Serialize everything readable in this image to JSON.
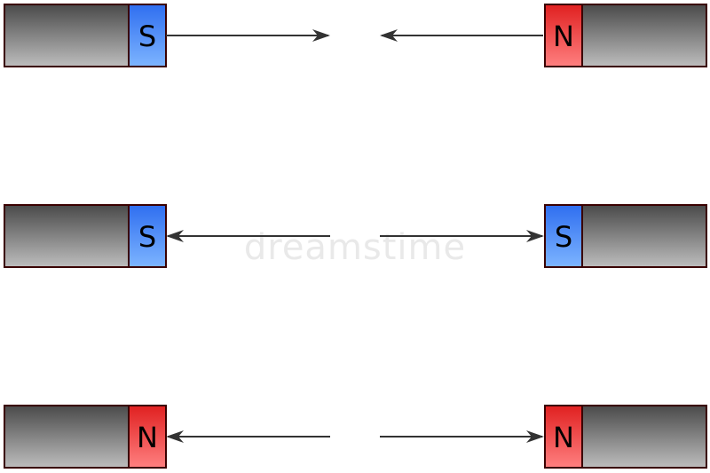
{
  "watermark": "dreamstime",
  "colors": {
    "south_pole_top": "#2f6ef0",
    "south_pole_bottom": "#7db4ff",
    "north_pole_top": "#e02020",
    "north_pole_bottom": "#ff8080",
    "magnet_body_top": "#4a4a4a",
    "magnet_body_bottom": "#bdbdbd",
    "outline": "#3a0000",
    "arrow": "#333333"
  },
  "rows": [
    {
      "left_pole": "S",
      "right_pole": "N",
      "force": "attract"
    },
    {
      "left_pole": "S",
      "right_pole": "S",
      "force": "repel"
    },
    {
      "left_pole": "N",
      "right_pole": "N",
      "force": "repel"
    }
  ]
}
